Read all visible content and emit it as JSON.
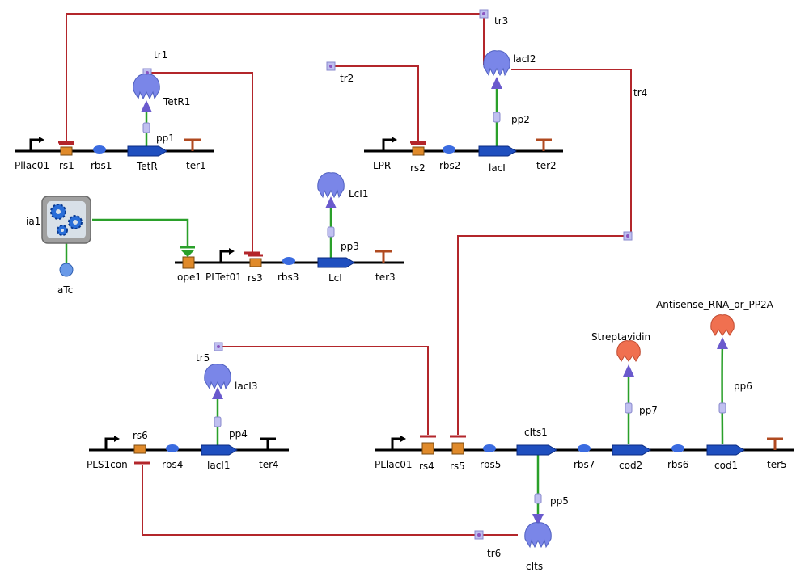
{
  "colors": {
    "backbone": "#000000",
    "repression": "#b3262b",
    "production": "#2aa02a",
    "activation": "#2aa02a",
    "gene": "#1f4fbf",
    "protein": "#7a86e8",
    "reporter": "#f07050",
    "rbs": "#3a6be0",
    "operator": "#e08a2a",
    "terminator": "#b04a20",
    "node": "#a0a0e8"
  },
  "circuits": {
    "c1": {
      "promoter": "Pllac01",
      "operator": "rs1",
      "rbs": "rbs1",
      "gene": "TetR",
      "terminator": "ter1"
    },
    "c2": {
      "promoter": "LPR",
      "operator": "rs2",
      "rbs": "rbs2",
      "gene": "lacI",
      "terminator": "ter2"
    },
    "c3": {
      "operator_a": "ope1",
      "promoter": "PLTet01",
      "operator": "rs3",
      "rbs": "rbs3",
      "gene": "LcI",
      "terminator": "ter3"
    },
    "c4": {
      "promoter": "PLS1con",
      "operator": "rs6",
      "rbs": "rbs4",
      "gene": "lacI1",
      "terminator": "ter4"
    },
    "c5": {
      "promoter": "PLlac01",
      "operator_a": "rs4",
      "operator_b": "rs5",
      "rbs_a": "rbs5",
      "gene_a": "cIts1",
      "rbs_b": "rbs7",
      "gene_b": "cod2",
      "rbs_c": "rbs6",
      "gene_c": "cod1",
      "terminator": "ter5"
    }
  },
  "proteins": {
    "p_tetr": "TetR1",
    "p_laci": "lacI2",
    "p_lci": "LcI1",
    "p_laci1": "lacI3",
    "p_cits": "cIts",
    "p_strep": "Streptavidin",
    "p_anti": "Antisense_RNA_or_PP2A"
  },
  "productions": {
    "pp1": "pp1",
    "pp2": "pp2",
    "pp3": "pp3",
    "pp4": "pp4",
    "pp5": "pp5",
    "pp6": "pp6",
    "pp7": "pp7"
  },
  "transcriptions": {
    "tr1": "tr1",
    "tr2": "tr2",
    "tr3": "tr3",
    "tr4": "tr4",
    "tr5": "tr5",
    "tr6": "tr6"
  },
  "inducer": {
    "interaction": "ia1",
    "molecule": "aTc"
  }
}
